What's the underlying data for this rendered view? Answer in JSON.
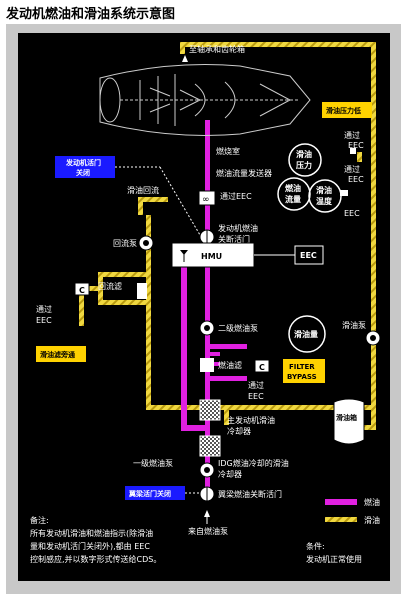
{
  "title": "发动机燃油和滑油系统示意图",
  "labels": {
    "bearings": "至轴承和齿轮箱",
    "combustor": "燃烧室",
    "flowmeter": "燃油流量发送器",
    "via_eec_1": "通过EEC",
    "fuel_flow": [
      "燃油",
      "流量"
    ],
    "oil_temp": [
      "滑油",
      "温度"
    ],
    "oil_press_gauge": [
      "滑油",
      "压力"
    ],
    "via_eec_right1": [
      "通过",
      "EEC"
    ],
    "via_eec_right2": [
      "通过",
      "EEC"
    ],
    "oil_press_low": "滑油压力低",
    "shutoff_valve_closed": [
      "发动机活门",
      "关闭"
    ],
    "oil_return": "滑油回流",
    "shutoff_valve": [
      "发动机燃油",
      "关断活门"
    ],
    "hmu": "HMU",
    "eec": "EEC",
    "return_pump": "回流泵",
    "return_filter": "回流滤",
    "via_eec_left": [
      "通过",
      "EEC"
    ],
    "oil_bypass": "滑油滤旁通",
    "stage2_pump": "二级燃油泵",
    "fuel_filter": "燃油滤",
    "filter_bypass": [
      "FILTER",
      "BYPASS"
    ],
    "via_eec_mid": [
      "通过",
      "EEC"
    ],
    "oil_tank_gauge": "滑油量",
    "oil_pump": "滑油泵",
    "oil_tank": "滑油箱",
    "main_cooler": [
      "主发动机滑油",
      "冷却器"
    ],
    "idg_cooler": [
      "IDG燃油冷却的滑油",
      "冷却器"
    ],
    "stage1_pump": "一级燃油泵",
    "spar_valve_closed": "翼梁活门关闭",
    "spar_valve": "翼梁燃油关断活门",
    "from_pump": "来自燃油泵"
  },
  "legend": [
    {
      "label": "燃油",
      "color": "#e020e0"
    },
    {
      "label": "滑油",
      "color": "#f0d840"
    }
  ],
  "note": [
    "备注:",
    "所有发动机滑油和燃油指示(除滑油",
    "量和发动机活门关闭外),都由 EEC",
    "控制感应,并以数字形式传送给CDS。"
  ],
  "condition": [
    "条件:",
    "发动机正常使用"
  ],
  "colors": {
    "fuel": "#e020e0",
    "oil": "#f0d840",
    "amber": "#ffd200",
    "blue": "#1a1aff"
  }
}
